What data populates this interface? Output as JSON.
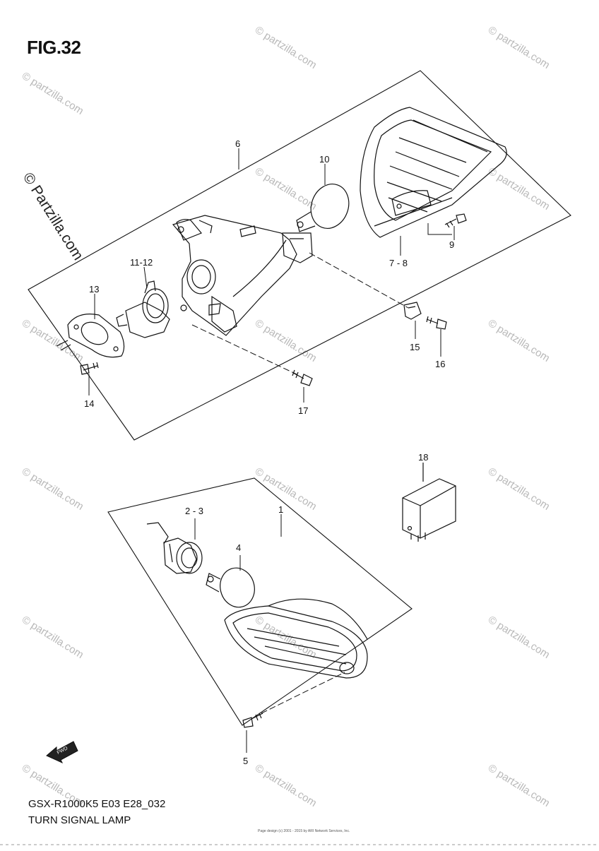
{
  "figure": {
    "title": "FIG.32",
    "model_code": "GSX-R1000K5 E03 E28_032",
    "name": "TURN SIGNAL LAMP",
    "footer_note": "Page design (c) 2001 - 2015 by ARI Network Services, Inc.",
    "fwd_badge": "FWD"
  },
  "watermark": {
    "text": "© Partzilla.com",
    "small_text": "© partzilla.com"
  },
  "callouts": {
    "c6": "6",
    "c10": "10",
    "c1112": "11-12",
    "c13": "13",
    "c14": "14",
    "c9": "9",
    "c78": "7 - 8",
    "c15": "15",
    "c16": "16",
    "c17": "17",
    "c18": "18",
    "c1": "1",
    "c23": "2 - 3",
    "c4": "4",
    "c5": "5"
  }
}
